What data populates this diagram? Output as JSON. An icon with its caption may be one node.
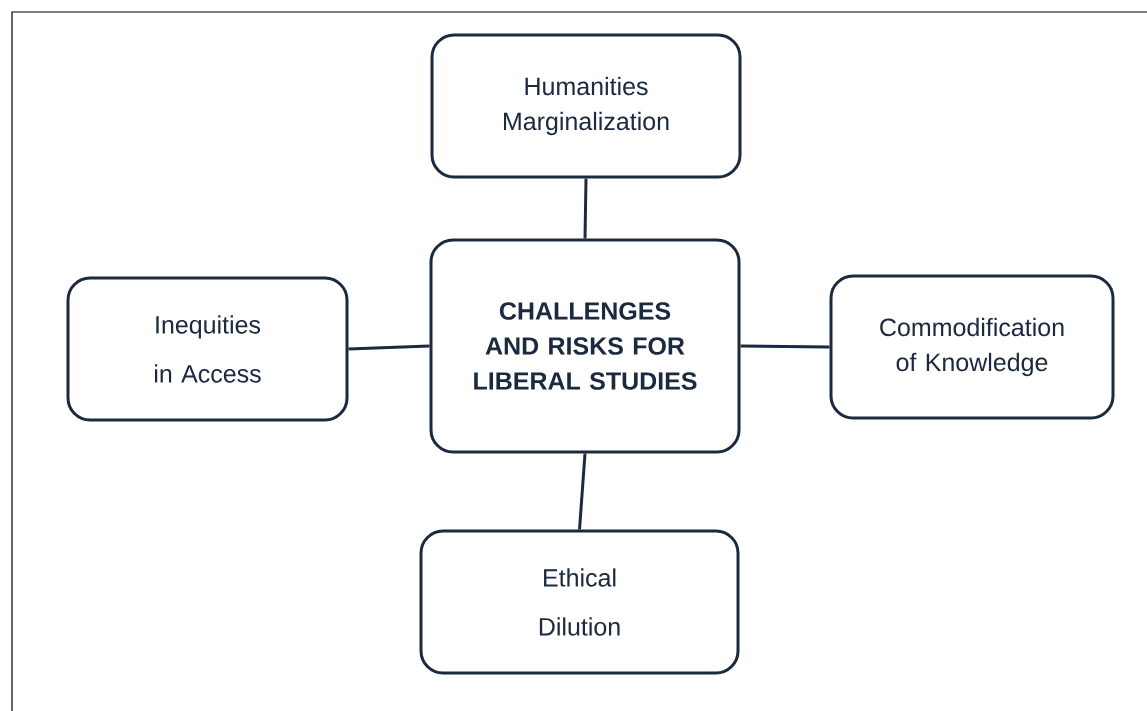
{
  "diagram": {
    "nodes": [
      {
        "text": [
          "Humanities Marginalization"
        ]
      },
      {
        "text": [
          "Inequities in Access"
        ]
      },
      {
        "text": [
          "CHALLENGES AND RISKS FOR LIBERAL STUDIES"
        ]
      },
      {
        "text": [
          "Commodification of Knowledge"
        ]
      },
      {
        "text": [
          "Ethical Dilution"
        ]
      }
    ],
    "edges": [
      {
        "from": 2,
        "to": 0,
        "arrow": "none"
      },
      {
        "from": 2,
        "to": 1,
        "arrow": "none"
      },
      {
        "from": 2,
        "to": 3,
        "arrow": "none"
      },
      {
        "from": 2,
        "to": 4,
        "arrow": "none"
      }
    ]
  }
}
